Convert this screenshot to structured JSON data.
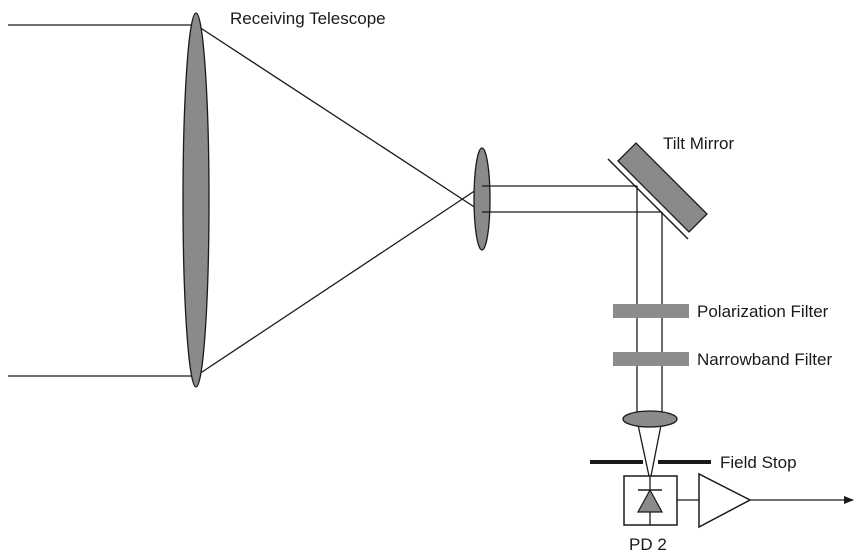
{
  "labels": {
    "receiving_telescope": "Receiving Telescope",
    "tilt_mirror": "Tilt Mirror",
    "polarization_filter": "Polarization Filter",
    "narrowband_filter": "Narrowband Filter",
    "field_stop": "Field Stop",
    "photodiode": "PD 2"
  },
  "colors": {
    "line": "#1a1a1a",
    "optic_fill": "#8a8a8a",
    "filter_fill": "#8c8c8c",
    "mirror_fill": "#8a8a8a",
    "background": "#ffffff"
  }
}
